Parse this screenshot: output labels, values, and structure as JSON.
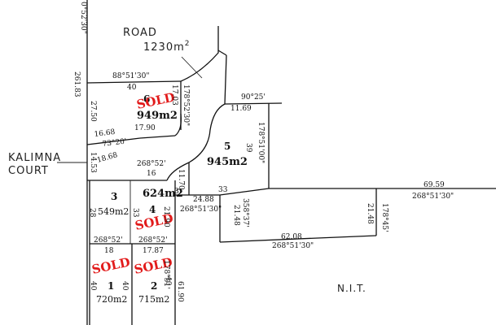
{
  "road": {
    "label": "ROAD",
    "area": "1230m",
    "area_sup": "2"
  },
  "street": {
    "line1": "KALIMNA",
    "line2": "COURT"
  },
  "nit": "N.I.T.",
  "sold_label": "SOLD",
  "lots": {
    "lot1": {
      "number": "1",
      "area": "720m2"
    },
    "lot2": {
      "number": "2",
      "area": "715m2"
    },
    "lot3": {
      "number": "3",
      "area": "549m2"
    },
    "lot4": {
      "number": "4",
      "area": "624m2"
    },
    "lot5": {
      "number": "5",
      "area": "945m2"
    },
    "lot6": {
      "number": "6",
      "area": "949m2"
    }
  },
  "dims": {
    "west_top": "261.83",
    "bearing_top": "0°52'30\"",
    "d_88": "88°51'30\"",
    "d_40_top": "40",
    "d_27_50": "27.50",
    "d_17_03": "17.03",
    "d_178_52": "178°52'30\"",
    "d_17_90": "17.90",
    "d_16_68": "16.68",
    "d_73_20": "73°20'",
    "d_14_53": "14.53",
    "d_18_68": "18.68",
    "d_268_52_a": "268°52'",
    "d_16": "16",
    "d_11_70": "11.70",
    "d_3": "3",
    "d_33": "33",
    "d_24_88": "24.88",
    "d_268_51_a": "268°51'30\"",
    "d_90_25": "90°25'",
    "d_11_69": "11.69",
    "d_178_51_00": "178°51'00\"",
    "d_39": "39",
    "d_358_37": "358°37'",
    "d_21_48_a": "21.48",
    "d_62_08": "62.08",
    "d_268_51_b": "268°51'30\"",
    "d_69_59": "69.59",
    "d_268_51_c": "268°51'30\"",
    "d_178_45": "178°45'",
    "d_21_48_b": "21.48",
    "d_28": "28",
    "d_33_v": "33",
    "d_21_90": "21.90",
    "d_268_52_b": "268°52'",
    "d_268_52_c": "268°52'",
    "d_18": "18",
    "d_17_87": "17.87",
    "d_178_51": "178°51'",
    "d_40_l1a": "40",
    "d_40_l1b": "40",
    "d_40_l2": "40",
    "d_61_90": "61.90"
  }
}
